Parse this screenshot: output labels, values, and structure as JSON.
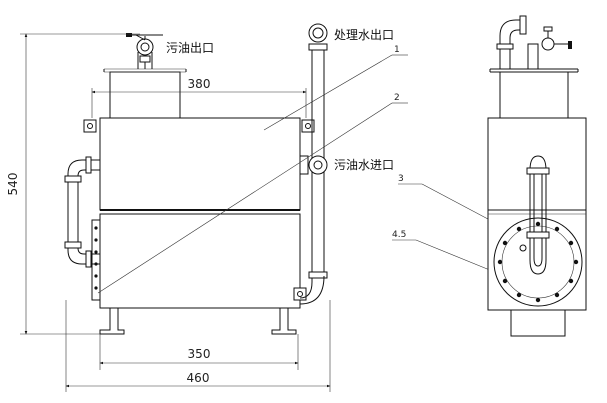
{
  "dimensions": {
    "top_width": "380",
    "base_width": "350",
    "overall_width": "460",
    "height": "540"
  },
  "callouts": {
    "oil_outlet": "污油出口",
    "treated_water_outlet": "处理水出口",
    "oily_water_inlet": "污油水进口"
  },
  "part_numbers": {
    "p1": "1",
    "p2": "2",
    "p3": "3",
    "p45": "4.5"
  }
}
